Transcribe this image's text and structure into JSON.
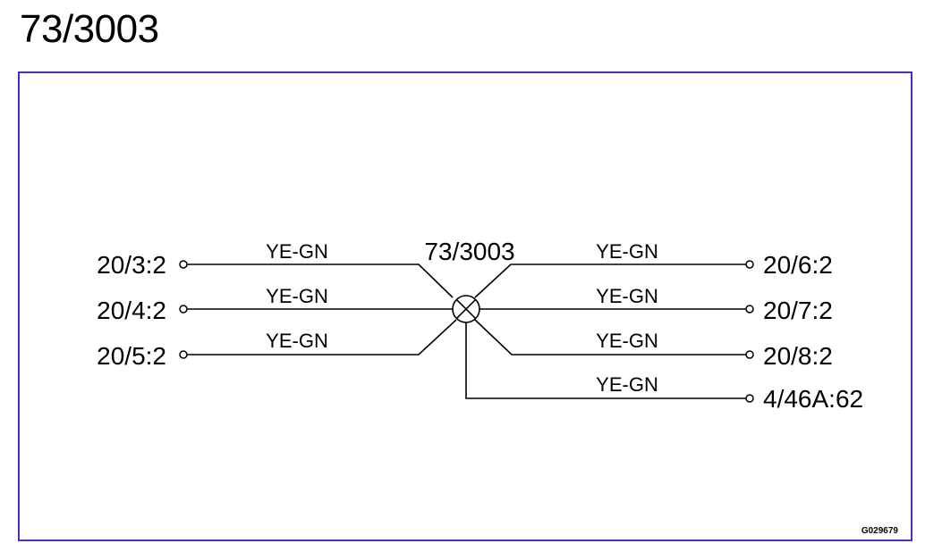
{
  "title": "73/3003",
  "splice": {
    "label": "73/3003"
  },
  "wires": [
    {
      "terminal": "20/3:2",
      "color": "YE-GN"
    },
    {
      "terminal": "20/4:2",
      "color": "YE-GN"
    },
    {
      "terminal": "20/5:2",
      "color": "YE-GN"
    },
    {
      "terminal": "20/6:2",
      "color": "YE-GN"
    },
    {
      "terminal": "20/7:2",
      "color": "YE-GN"
    },
    {
      "terminal": "20/8:2",
      "color": "YE-GN"
    },
    {
      "terminal": "4/46A:62",
      "color": "YE-GN"
    }
  ],
  "figure_id": "G029679",
  "colors": {
    "frame": "#4a2fc0",
    "line": "#000000"
  }
}
